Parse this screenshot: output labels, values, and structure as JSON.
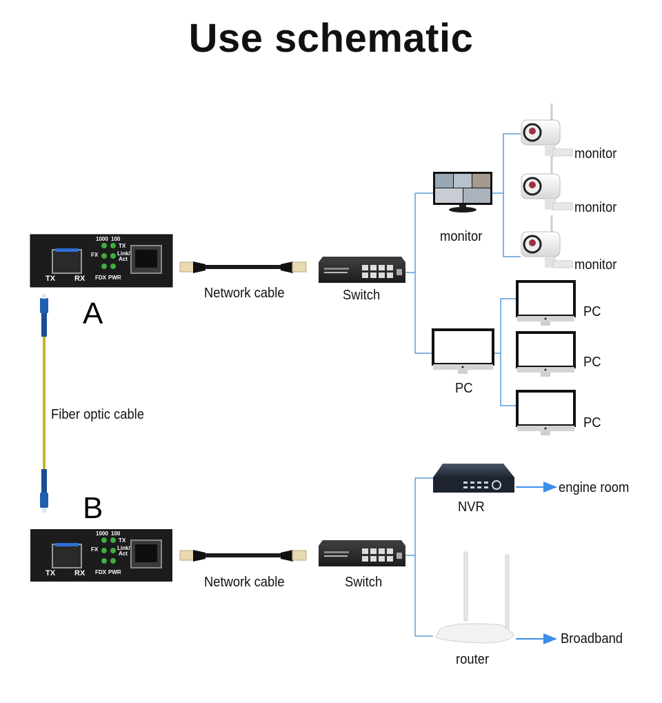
{
  "title": "Use schematic",
  "colors": {
    "line": "#5b9bd5",
    "arrow": "#3d8ee8",
    "led": "#3fae3f",
    "fiber": "#c9b422",
    "connector": "#1f5fb0"
  },
  "site_a": {
    "marker": "A",
    "converter": {
      "port_labels": [
        "TX",
        "RX"
      ],
      "led_top_labels": [
        "1000",
        "100"
      ],
      "led_side_labels": [
        "FX",
        "TX",
        "Link/",
        "Act"
      ],
      "led_bottom_labels": [
        "FDX",
        "PWR"
      ]
    },
    "cable_label": "Network cable",
    "switch_label": "Switch",
    "branches": {
      "monitor_label": "monitor",
      "cameras": [
        "monitor",
        "monitor",
        "monitor"
      ],
      "pc_label": "PC",
      "pcs": [
        "PC",
        "PC",
        "PC"
      ]
    }
  },
  "fiber_label": "Fiber optic cable",
  "site_b": {
    "marker": "B",
    "converter": {
      "port_labels": [
        "TX",
        "RX"
      ],
      "led_top_labels": [
        "1000",
        "100"
      ],
      "led_side_labels": [
        "FX",
        "TX",
        "Link/",
        "Act"
      ],
      "led_bottom_labels": [
        "FDX",
        "PWR"
      ]
    },
    "cable_label": "Network cable",
    "switch_label": "Switch",
    "branches": {
      "nvr_label": "NVR",
      "nvr_target": "engine room",
      "router_label": "router",
      "router_target": "Broadband"
    }
  }
}
